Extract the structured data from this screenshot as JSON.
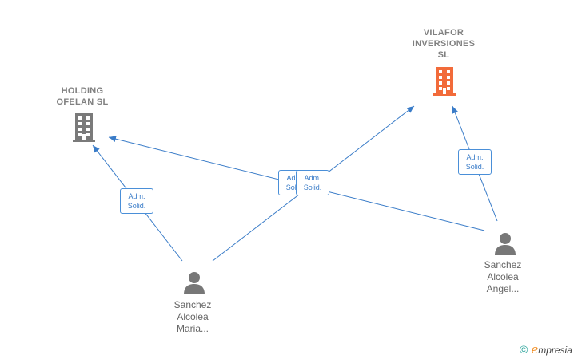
{
  "companies": [
    {
      "id": "vilafor",
      "name": "VILAFOR\nINVERSIONES\nSL",
      "color": "#f26b3a"
    },
    {
      "id": "holding",
      "name": "HOLDING\nOFELAN  SL",
      "color": "#7a7a7a"
    }
  ],
  "people": [
    {
      "id": "maria",
      "name": "Sanchez\nAlcolea\nMaria..."
    },
    {
      "id": "angel",
      "name": "Sanchez\nAlcolea\nAngel..."
    }
  ],
  "roles": [
    {
      "id": "maria-holding",
      "label": "Adm.\nSolid."
    },
    {
      "id": "maria-vilafor",
      "label": "Adm.\nSolid."
    },
    {
      "id": "angel-holding",
      "label": "Adm.\nSolid."
    },
    {
      "id": "angel-vilafor",
      "label": "Adm.\nSolid."
    }
  ],
  "edges": [
    {
      "from": "maria",
      "to": "holding",
      "role": "maria-holding"
    },
    {
      "from": "maria",
      "to": "vilafor",
      "role": "maria-vilafor"
    },
    {
      "from": "angel",
      "to": "holding",
      "role": "angel-holding"
    },
    {
      "from": "angel",
      "to": "vilafor",
      "role": "angel-vilafor"
    }
  ],
  "brand": {
    "copyright": "©",
    "initial": "e",
    "rest": "mpresia"
  },
  "colors": {
    "edge": "#3a7cc8",
    "person": "#777777"
  }
}
